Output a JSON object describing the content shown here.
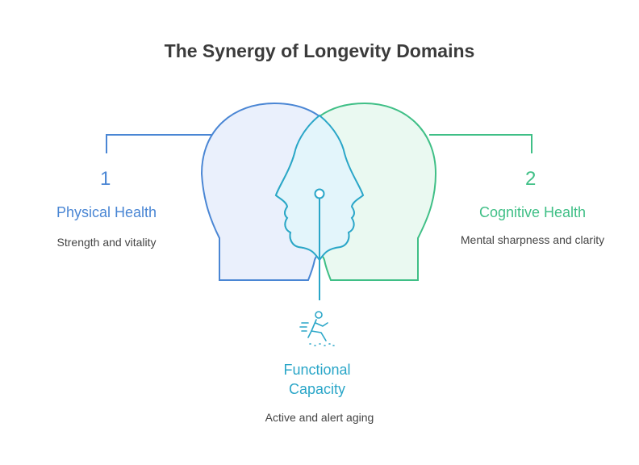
{
  "title": "The Synergy of Longevity Domains",
  "colors": {
    "physical": "#4a86d4",
    "cognitive": "#3fbf86",
    "functional": "#2aa6c8"
  },
  "items": [
    {
      "number": "1",
      "heading": "Physical Health",
      "description": "Strength and vitality"
    },
    {
      "number": "2",
      "heading": "Cognitive Health",
      "description": "Mental sharpness and clarity"
    },
    {
      "heading": "Functional Capacity",
      "description": "Active and alert aging",
      "icon": "running-person-icon"
    }
  ]
}
